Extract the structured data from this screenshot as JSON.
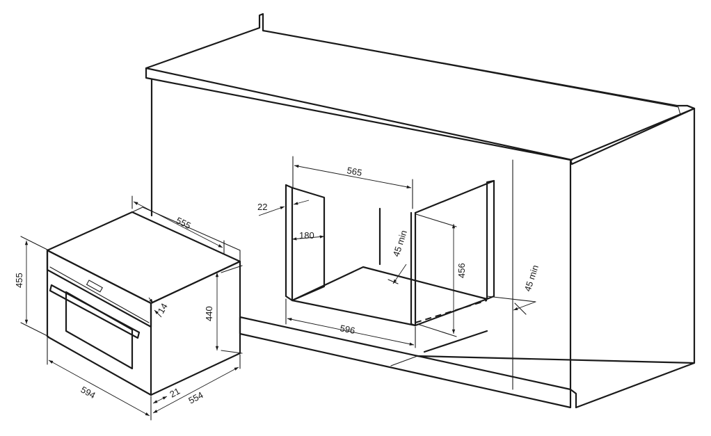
{
  "dimensions": {
    "oven_width": "594",
    "oven_height": "455",
    "oven_body_depth": "555",
    "oven_body_height": "440",
    "panel_thickness": "14",
    "frame_offset": "21",
    "oven_depth": "554",
    "niche_width_top": "565",
    "niche_width_bottom": "596",
    "niche_height": "456",
    "side_gap": "22",
    "vent_depth": "180",
    "vent_min_top": "45 min",
    "vent_min_bottom": "45 min"
  },
  "colors": {
    "line": "#1a1a1a",
    "background": "#ffffff"
  }
}
